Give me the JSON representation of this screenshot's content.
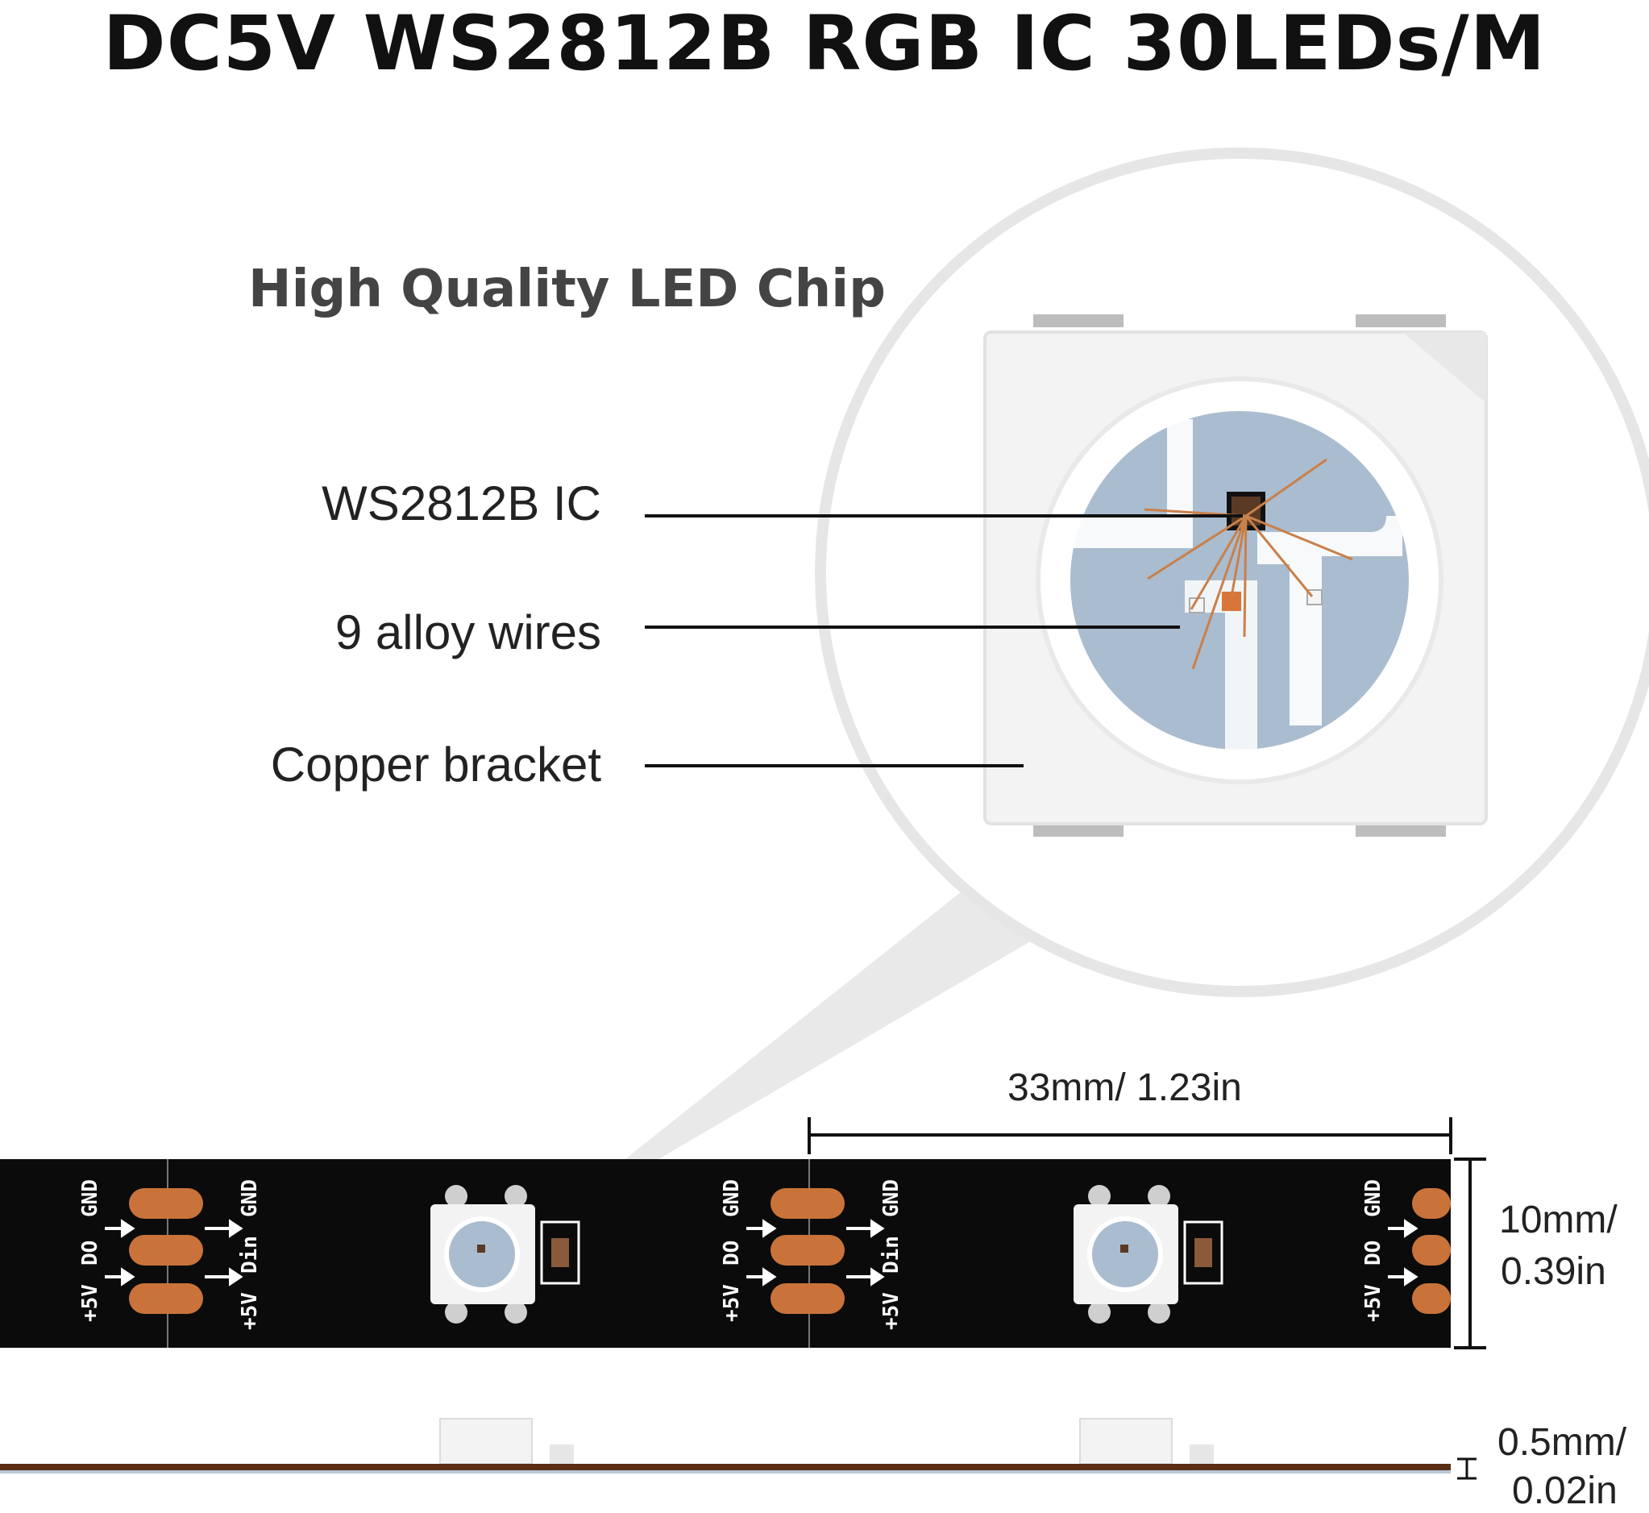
{
  "title": "DC5V WS2812B RGB IC 30LEDs/M",
  "chip_section": {
    "heading": "High Quality LED Chip",
    "callouts": [
      {
        "label": "WS2812B IC"
      },
      {
        "label": "9 alloy wires"
      },
      {
        "label": "Copper bracket"
      }
    ]
  },
  "dimensions": {
    "pitch": "33mm/ 1.23in",
    "width_mm": "10mm/",
    "width_in": "0.39in",
    "thickness_mm": "0.5mm/",
    "thickness_in": "0.02in"
  },
  "pad_labels": {
    "gnd": "GND",
    "do": "DO",
    "din": "Din",
    "v5": "+5V"
  },
  "colors": {
    "strip": "#0b0b0b",
    "copper_pad": "#c9733a",
    "led_body": "#f3f3f3",
    "lens_blue": "#aabccf",
    "text_dark": "#111111"
  }
}
